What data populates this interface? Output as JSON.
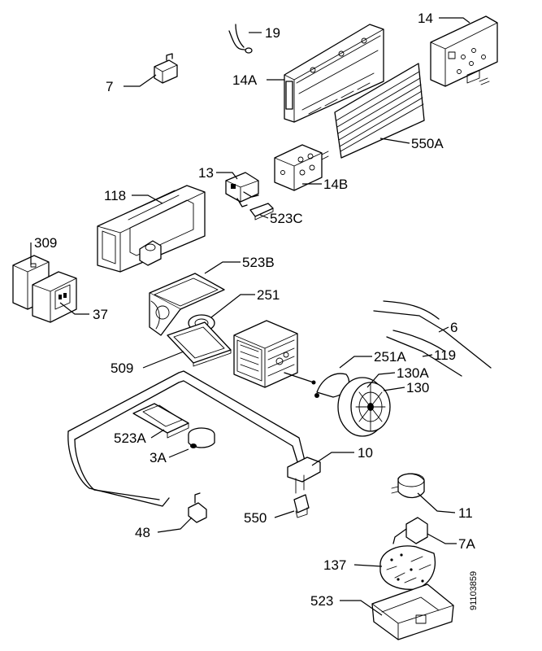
{
  "document_id": "91103859",
  "parts": [
    {
      "id": "p19",
      "label": "19"
    },
    {
      "id": "p14",
      "label": "14"
    },
    {
      "id": "p7",
      "label": "7"
    },
    {
      "id": "p14a",
      "label": "14A"
    },
    {
      "id": "p550a",
      "label": "550A"
    },
    {
      "id": "p13",
      "label": "13"
    },
    {
      "id": "p14b",
      "label": "14B"
    },
    {
      "id": "p118",
      "label": "118"
    },
    {
      "id": "p523c",
      "label": "523C"
    },
    {
      "id": "p309",
      "label": "309"
    },
    {
      "id": "p523b",
      "label": "523B"
    },
    {
      "id": "p251",
      "label": "251"
    },
    {
      "id": "p37",
      "label": "37"
    },
    {
      "id": "p6",
      "label": "6"
    },
    {
      "id": "p509",
      "label": "509"
    },
    {
      "id": "p251a",
      "label": "251A"
    },
    {
      "id": "p119",
      "label": "119"
    },
    {
      "id": "p130a",
      "label": "130A"
    },
    {
      "id": "p130",
      "label": "130"
    },
    {
      "id": "p523a",
      "label": "523A"
    },
    {
      "id": "p3a",
      "label": "3A"
    },
    {
      "id": "p10",
      "label": "10"
    },
    {
      "id": "p11",
      "label": "11"
    },
    {
      "id": "p48",
      "label": "48"
    },
    {
      "id": "p550",
      "label": "550"
    },
    {
      "id": "p7a",
      "label": "7A"
    },
    {
      "id": "p137",
      "label": "137"
    },
    {
      "id": "p523",
      "label": "523"
    }
  ]
}
